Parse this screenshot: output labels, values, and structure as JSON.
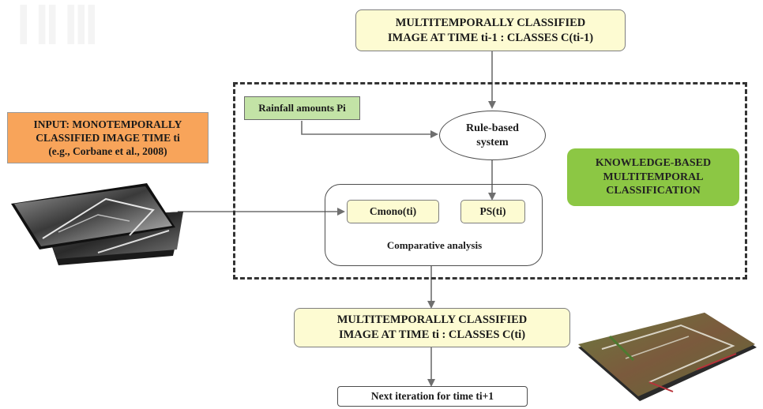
{
  "boxes": {
    "top_input": "MULTITEMPORALLY CLASSIFIED\nIMAGE AT TIME  ti-1 : CLASSES  C(ti-1)",
    "rainfall": "Rainfall amounts Pi",
    "rule_system": "Rule-based\nsystem",
    "mono_input": "INPUT: MONOTEMPORALLY\nCLASSIFIED IMAGE TIME ti\n(e.g., Corbane  et al., 2008)",
    "knowledge": "KNOWLEDGE-BASED\nMULTITEMPORAL\nCLASSIFICATION",
    "cmono": "Cmono(ti)",
    "ps": "PS(ti)",
    "comparative": "Comparative  analysis",
    "output": "MULTITEMPORALLY CLASSIFIED\nIMAGE AT TIME  ti : CLASSES  C(ti)",
    "next": "Next iteration  for time ti+1"
  },
  "colors": {
    "yellow_fill": "#fdfbd2",
    "green_light": "#c3e3a6",
    "orange": "#f8a45a",
    "green_strong": "#8cc744",
    "arrow": "#6f6f6f",
    "dash": "#333333"
  },
  "images": {
    "input_image": "monotemporal-classified-image-stack",
    "output_image": "multitemporal-classified-image-tile"
  }
}
